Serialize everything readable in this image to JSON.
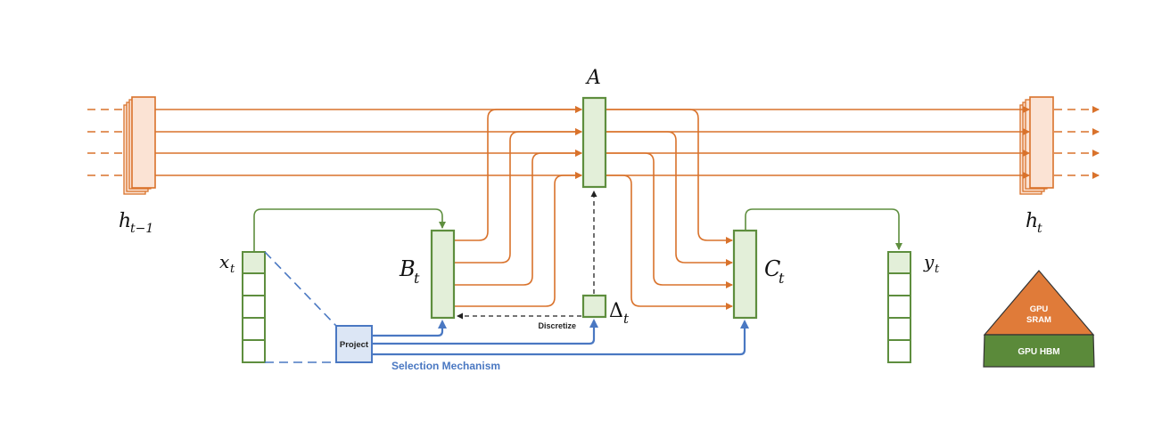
{
  "labels": {
    "h_prev_base": "h",
    "h_prev_sub": "t−1",
    "h_next_base": "h",
    "h_next_sub": "t",
    "a": "A",
    "b_base": "B",
    "b_sub": "t",
    "c_base": "C",
    "c_sub": "t",
    "delta_base": "Δ",
    "delta_sub": "t",
    "x_base": "x",
    "x_sub": "t",
    "y_base": "y",
    "y_sub": "t",
    "project": "Project",
    "discretize": "Discretize",
    "selection_mechanism": "Selection Mechanism"
  },
  "memory_pyramid": {
    "top_label_line1": "GPU",
    "top_label_line2": "SRAM",
    "bottom_label": "GPU HBM"
  },
  "colors": {
    "orange": "#d9722b",
    "orange_fill": "#fbe3d4",
    "green": "#5e8e3e",
    "green_fill": "#e3efd9",
    "blue": "#4a78c2",
    "blue_fill": "#dce6f5",
    "blue_text": "#4a78c2",
    "pyramid_orange": "#e07b39",
    "pyramid_green": "#5b8a3a"
  }
}
